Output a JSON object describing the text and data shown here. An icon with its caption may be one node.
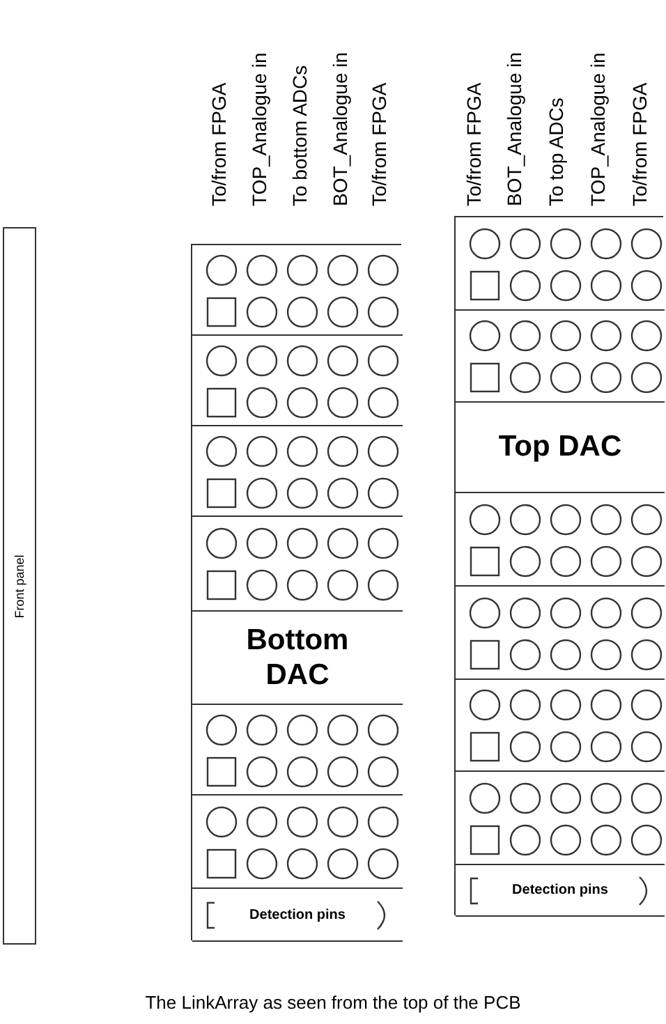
{
  "diagram": {
    "caption": "The LinkArray as seen from the top of the PCB",
    "nodes": [
      {
        "text": [
          "Front panel"
        ]
      },
      {
        "text": [],
        "shape": "box"
      },
      {
        "text": [],
        "shape": "box",
        "in": 1
      },
      {
        "text": [],
        "shape": "box",
        "in": 1
      },
      {
        "text": [],
        "shape": "box",
        "in": 1
      },
      {
        "text": [],
        "shape": "box",
        "in": 1
      },
      {
        "text": [
          "Bottom DAC"
        ],
        "in": 1
      },
      {
        "text": [],
        "shape": "box",
        "in": 1
      },
      {
        "text": [],
        "shape": "box",
        "in": 1
      },
      {
        "text": [
          "Detection pins"
        ],
        "in": 1
      },
      {
        "text": [],
        "shape": "box"
      },
      {
        "text": [],
        "shape": "box",
        "in": 10
      },
      {
        "text": [],
        "shape": "box",
        "in": 10
      },
      {
        "text": [
          "Top DAC"
        ],
        "in": 10
      },
      {
        "text": [],
        "shape": "box",
        "in": 10
      },
      {
        "text": [],
        "shape": "box",
        "in": 10
      },
      {
        "text": [],
        "shape": "box",
        "in": 10
      },
      {
        "text": [],
        "shape": "box",
        "in": 10
      },
      {
        "text": [
          "Detection pins"
        ],
        "in": 10
      }
    ],
    "labels": [
      "To/from FPGA",
      "TOP_Analogue in",
      "To bottom ADCs",
      "BOT_Analogue in",
      "To/from FPGA",
      "To/from FPGA",
      "BOT_Analogue in",
      "To top ADCs",
      "TOP_Analogue in",
      "To/from FPGA"
    ]
  }
}
